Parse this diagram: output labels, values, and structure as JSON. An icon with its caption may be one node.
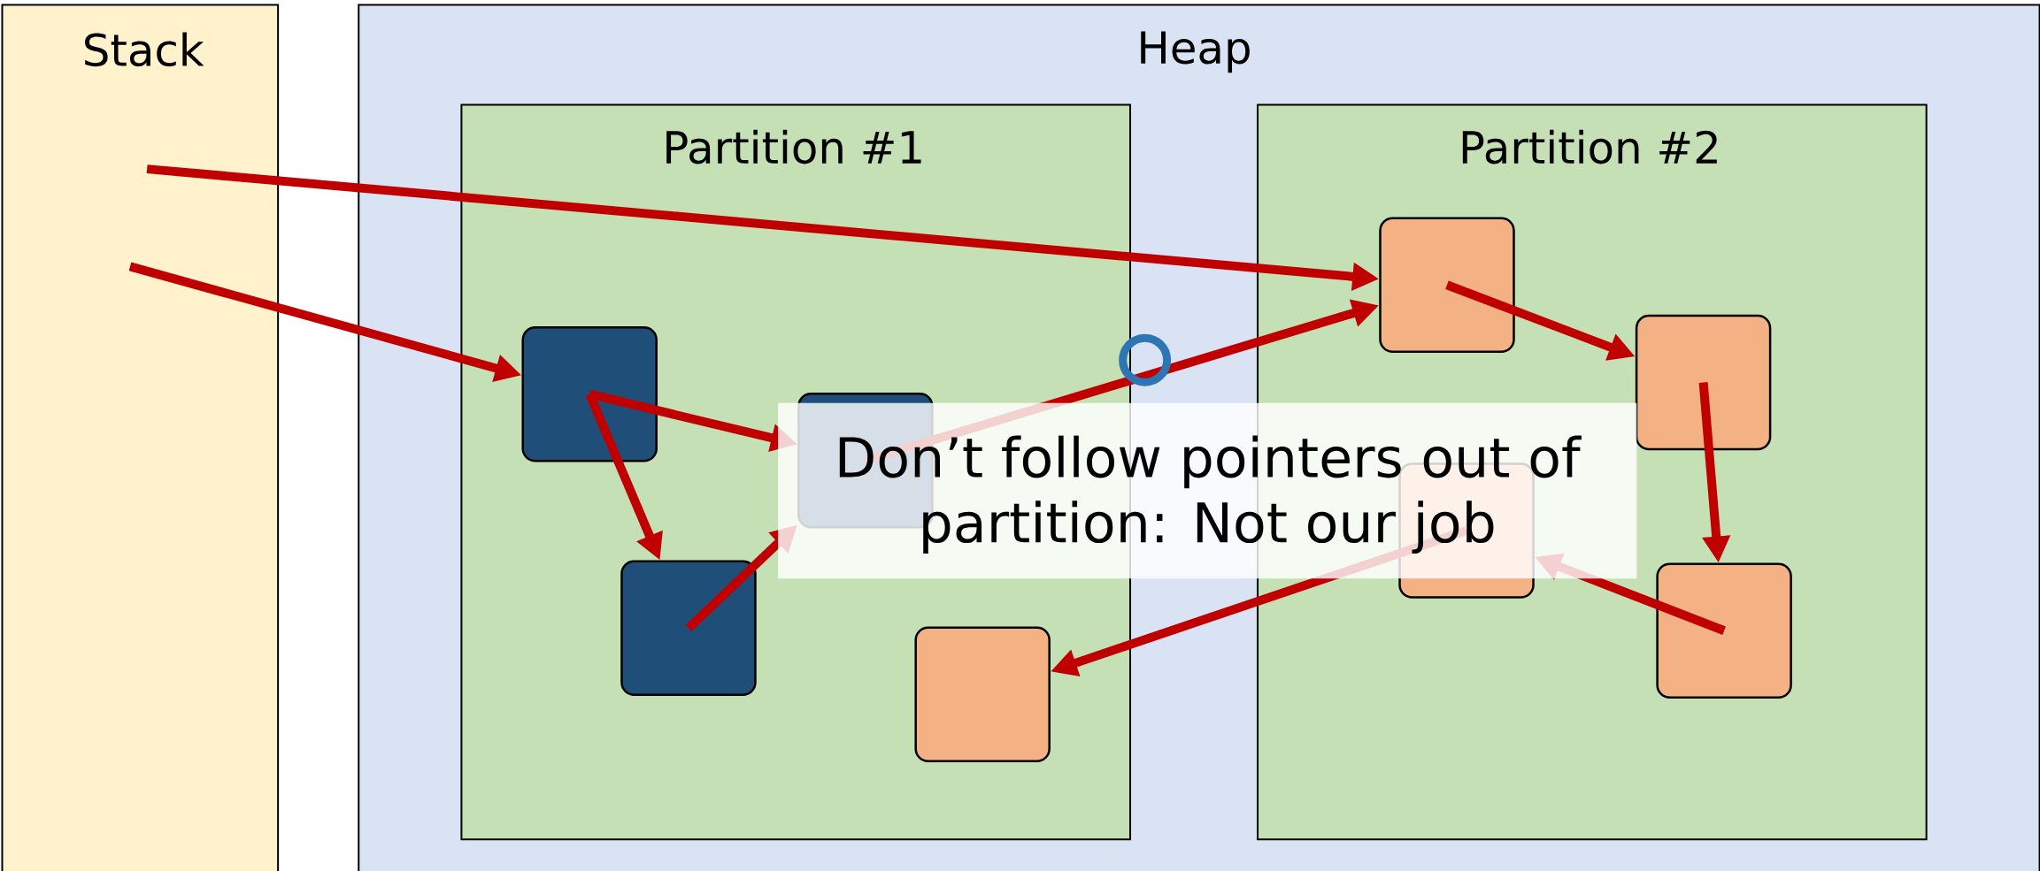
{
  "diagram": {
    "nodes": [
      {
        "text": [
          "Stack"
        ]
      },
      {
        "text": [
          "Heap"
        ]
      },
      {
        "text": [
          "Partition #1"
        ],
        "in": 1
      },
      {
        "text": [
          "Partition #2"
        ],
        "in": 1
      },
      {
        "text": [],
        "shape": "box",
        "in": 2
      },
      {
        "text": [],
        "shape": "box",
        "in": 2
      },
      {
        "text": [],
        "shape": "box",
        "in": 2
      },
      {
        "text": [],
        "shape": "box",
        "in": 2
      },
      {
        "text": [],
        "shape": "box",
        "in": 3
      },
      {
        "text": [],
        "shape": "box",
        "in": 3
      },
      {
        "text": [],
        "shape": "box",
        "in": 3
      },
      {
        "text": [],
        "shape": "box",
        "in": 3
      }
    ],
    "edges": [
      {
        "from": 0,
        "to": 8,
        "arrow": "to"
      },
      {
        "from": 0,
        "to": 4,
        "arrow": "to"
      },
      {
        "from": 4,
        "to": 5,
        "arrow": "to"
      },
      {
        "from": 4,
        "to": 6,
        "arrow": "to"
      },
      {
        "from": 6,
        "to": 5,
        "arrow": "to"
      },
      {
        "from": 5,
        "to": 8,
        "arrow": "to"
      },
      {
        "from": 8,
        "to": 9,
        "arrow": "to"
      },
      {
        "from": 9,
        "to": 11,
        "arrow": "to"
      },
      {
        "from": 11,
        "to": 10,
        "arrow": "to"
      },
      {
        "from": 10,
        "to": 7,
        "arrow": "to"
      }
    ],
    "labels": [
      "Don’t follow pointers out of partition: Not our job"
    ]
  }
}
